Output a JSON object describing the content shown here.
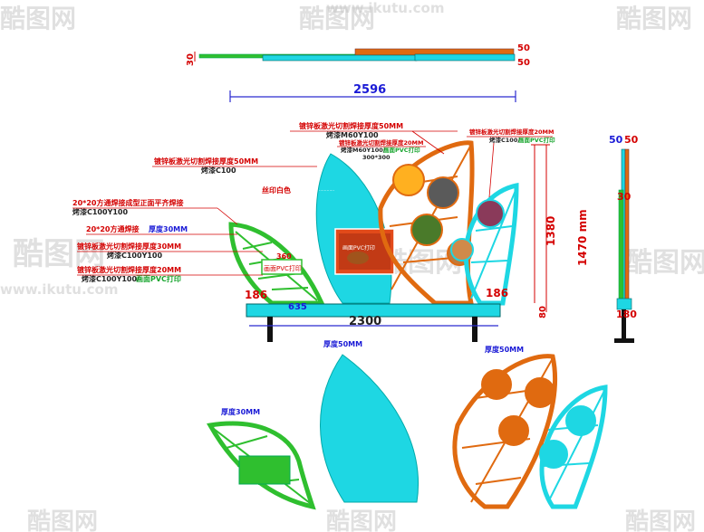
{
  "colors": {
    "cyan": "#1ed7e3",
    "orange": "#e06a10",
    "green": "#2fbf2f",
    "red": "#d40000",
    "blue": "#1a1ad6",
    "dark": "#222222",
    "dim_blue": "#2a2ad0"
  },
  "watermark": {
    "url": "www.ikutu.com",
    "brand": "酷图网"
  },
  "top_view": {
    "left_dim": "30",
    "right_dim_1": "50",
    "right_dim_2": "50",
    "width_dim": "2596"
  },
  "side_view": {
    "top_dim_1": "50",
    "top_dim_2": "50",
    "mid_dim": "30",
    "base_dim": "180"
  },
  "front_view": {
    "height_inner": "1380",
    "height_total": "1470 mm",
    "base_height": "80",
    "base_width": "2300",
    "left_offset": "186",
    "right_offset": "186",
    "left_gap": "635",
    "frame_label": "360",
    "sign_panel_text": "画面PVC打印",
    "small_panel_text": "画面PVC打印"
  },
  "annotations": [
    {
      "id": "a1",
      "line1": "镀锌板激光切割焊接厚度50MM",
      "line2": "烤漆M60Y100",
      "line3": ""
    },
    {
      "id": "a2",
      "line1": "镀锌板激光切割焊接厚度20MM",
      "line2": "烤漆C100/",
      "line3": "画面PVC打印"
    },
    {
      "id": "a3",
      "line1": "镀锌板激光切割焊接厚度20MM",
      "line2": "烤漆M60Y100/",
      "line3": "画面PVC打印",
      "line4": "300*300"
    },
    {
      "id": "a4",
      "line1": "镀锌板激光切割焊接厚度50MM",
      "line2": "烤漆C100"
    },
    {
      "id": "a5",
      "line1": "丝印白色"
    },
    {
      "id": "a6",
      "line1": "20*20方通焊接成型正面平齐焊接",
      "line2": "烤漆C100Y100"
    },
    {
      "id": "a7",
      "line1": "20*20方通焊接",
      "line2": "厚度30MM"
    },
    {
      "id": "a8",
      "line1": "镀锌板激光切割焊接厚度30MM",
      "line2": "烤漆C100Y100"
    },
    {
      "id": "a9",
      "line1": "镀锌板激光切割焊接厚度20MM",
      "line2": "烤漆C100Y100/",
      "line3": "画面PVC打印"
    }
  ],
  "parts": {
    "green_leaf_label": "厚度30MM",
    "cyan_leaf_label": "厚度50MM",
    "orange_leaf_label": "厚度50MM"
  }
}
